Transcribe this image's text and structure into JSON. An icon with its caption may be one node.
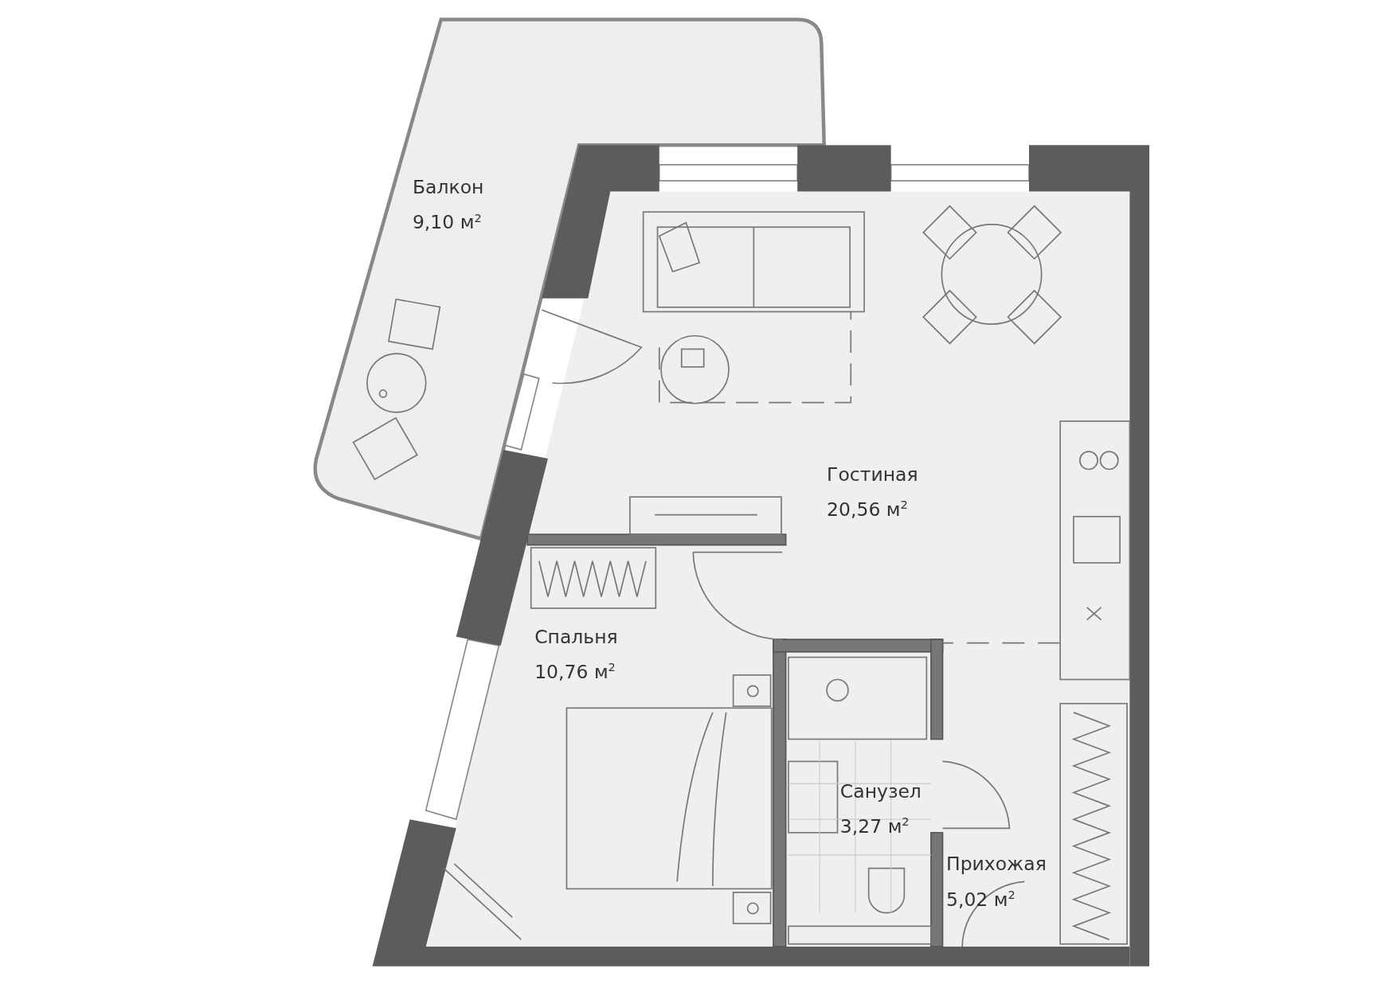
{
  "diagram": {
    "labels": [
      "Балкон",
      "9,10 м$^{2}$",
      "Гостиная",
      "20,56 м$^{2}$",
      "Спальня",
      "10,76 м$^{2}$",
      "Санузел",
      "3,27 м$^{2}$",
      "Прихожая",
      "5,02 м$^{2}$"
    ]
  }
}
